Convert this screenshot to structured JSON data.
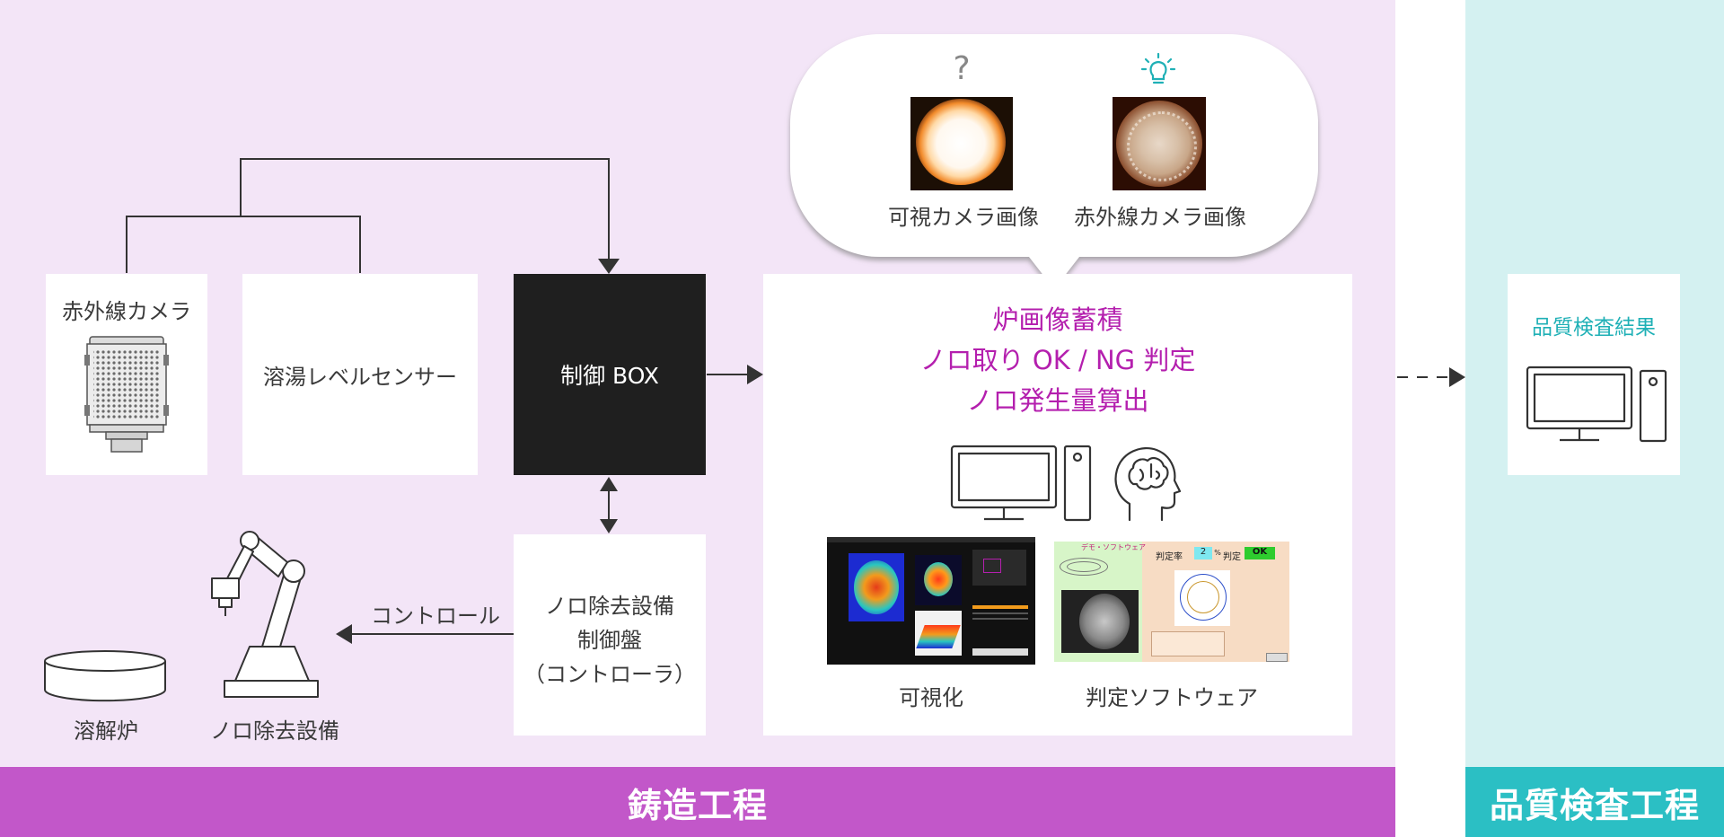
{
  "zones": {
    "casting": {
      "label": "鋳造工程",
      "color": "#c257c9"
    },
    "quality": {
      "label": "品質検査工程",
      "color": "#2bbfc4"
    }
  },
  "nodes": {
    "ir_camera": {
      "label": "赤外線カメラ",
      "icon": "ir-camera-device-icon"
    },
    "level_sensor": {
      "label": "溶湯レベルセンサー"
    },
    "control_box": {
      "label": "制御 BOX"
    },
    "slag_controller": {
      "line1": "ノロ除去設備",
      "line2": "制御盤",
      "line3": "（コントローラ）"
    },
    "furnace": {
      "label": "溶解炉",
      "icon": "melting-furnace-icon"
    },
    "slag_equipment": {
      "label": "ノロ除去設備",
      "icon": "robot-arm-icon"
    },
    "analysis": {
      "line1": "炉画像蓄積",
      "line2": "ノロ取り OK / NG 判定",
      "line3": "ノロ発生量算出",
      "icons": [
        "desktop-computer-icon",
        "ai-brain-head-icon"
      ],
      "visualization_label": "可視化",
      "judgement_label": "判定ソフトウェア"
    },
    "quality_result": {
      "label": "品質検査結果",
      "icon": "desktop-computer-icon"
    }
  },
  "bubble": {
    "visible_image_label": "可視カメラ画像",
    "ir_image_label": "赤外線カメラ画像",
    "question_mark": "?",
    "icons": [
      "question-icon",
      "lightbulb-icon"
    ]
  },
  "edges": {
    "control_label": "コントロール"
  },
  "software_screen": {
    "title": "デモ・ソフトウェア",
    "ratio_label": "判定率",
    "ratio_value": "2",
    "percent": "%",
    "judge_label": "判定",
    "judge_value": "OK"
  },
  "colors": {
    "accent_purple": "#b41fae",
    "accent_teal": "#1fb0b6",
    "control_box": "#1f1f1f",
    "line": "#333333"
  }
}
